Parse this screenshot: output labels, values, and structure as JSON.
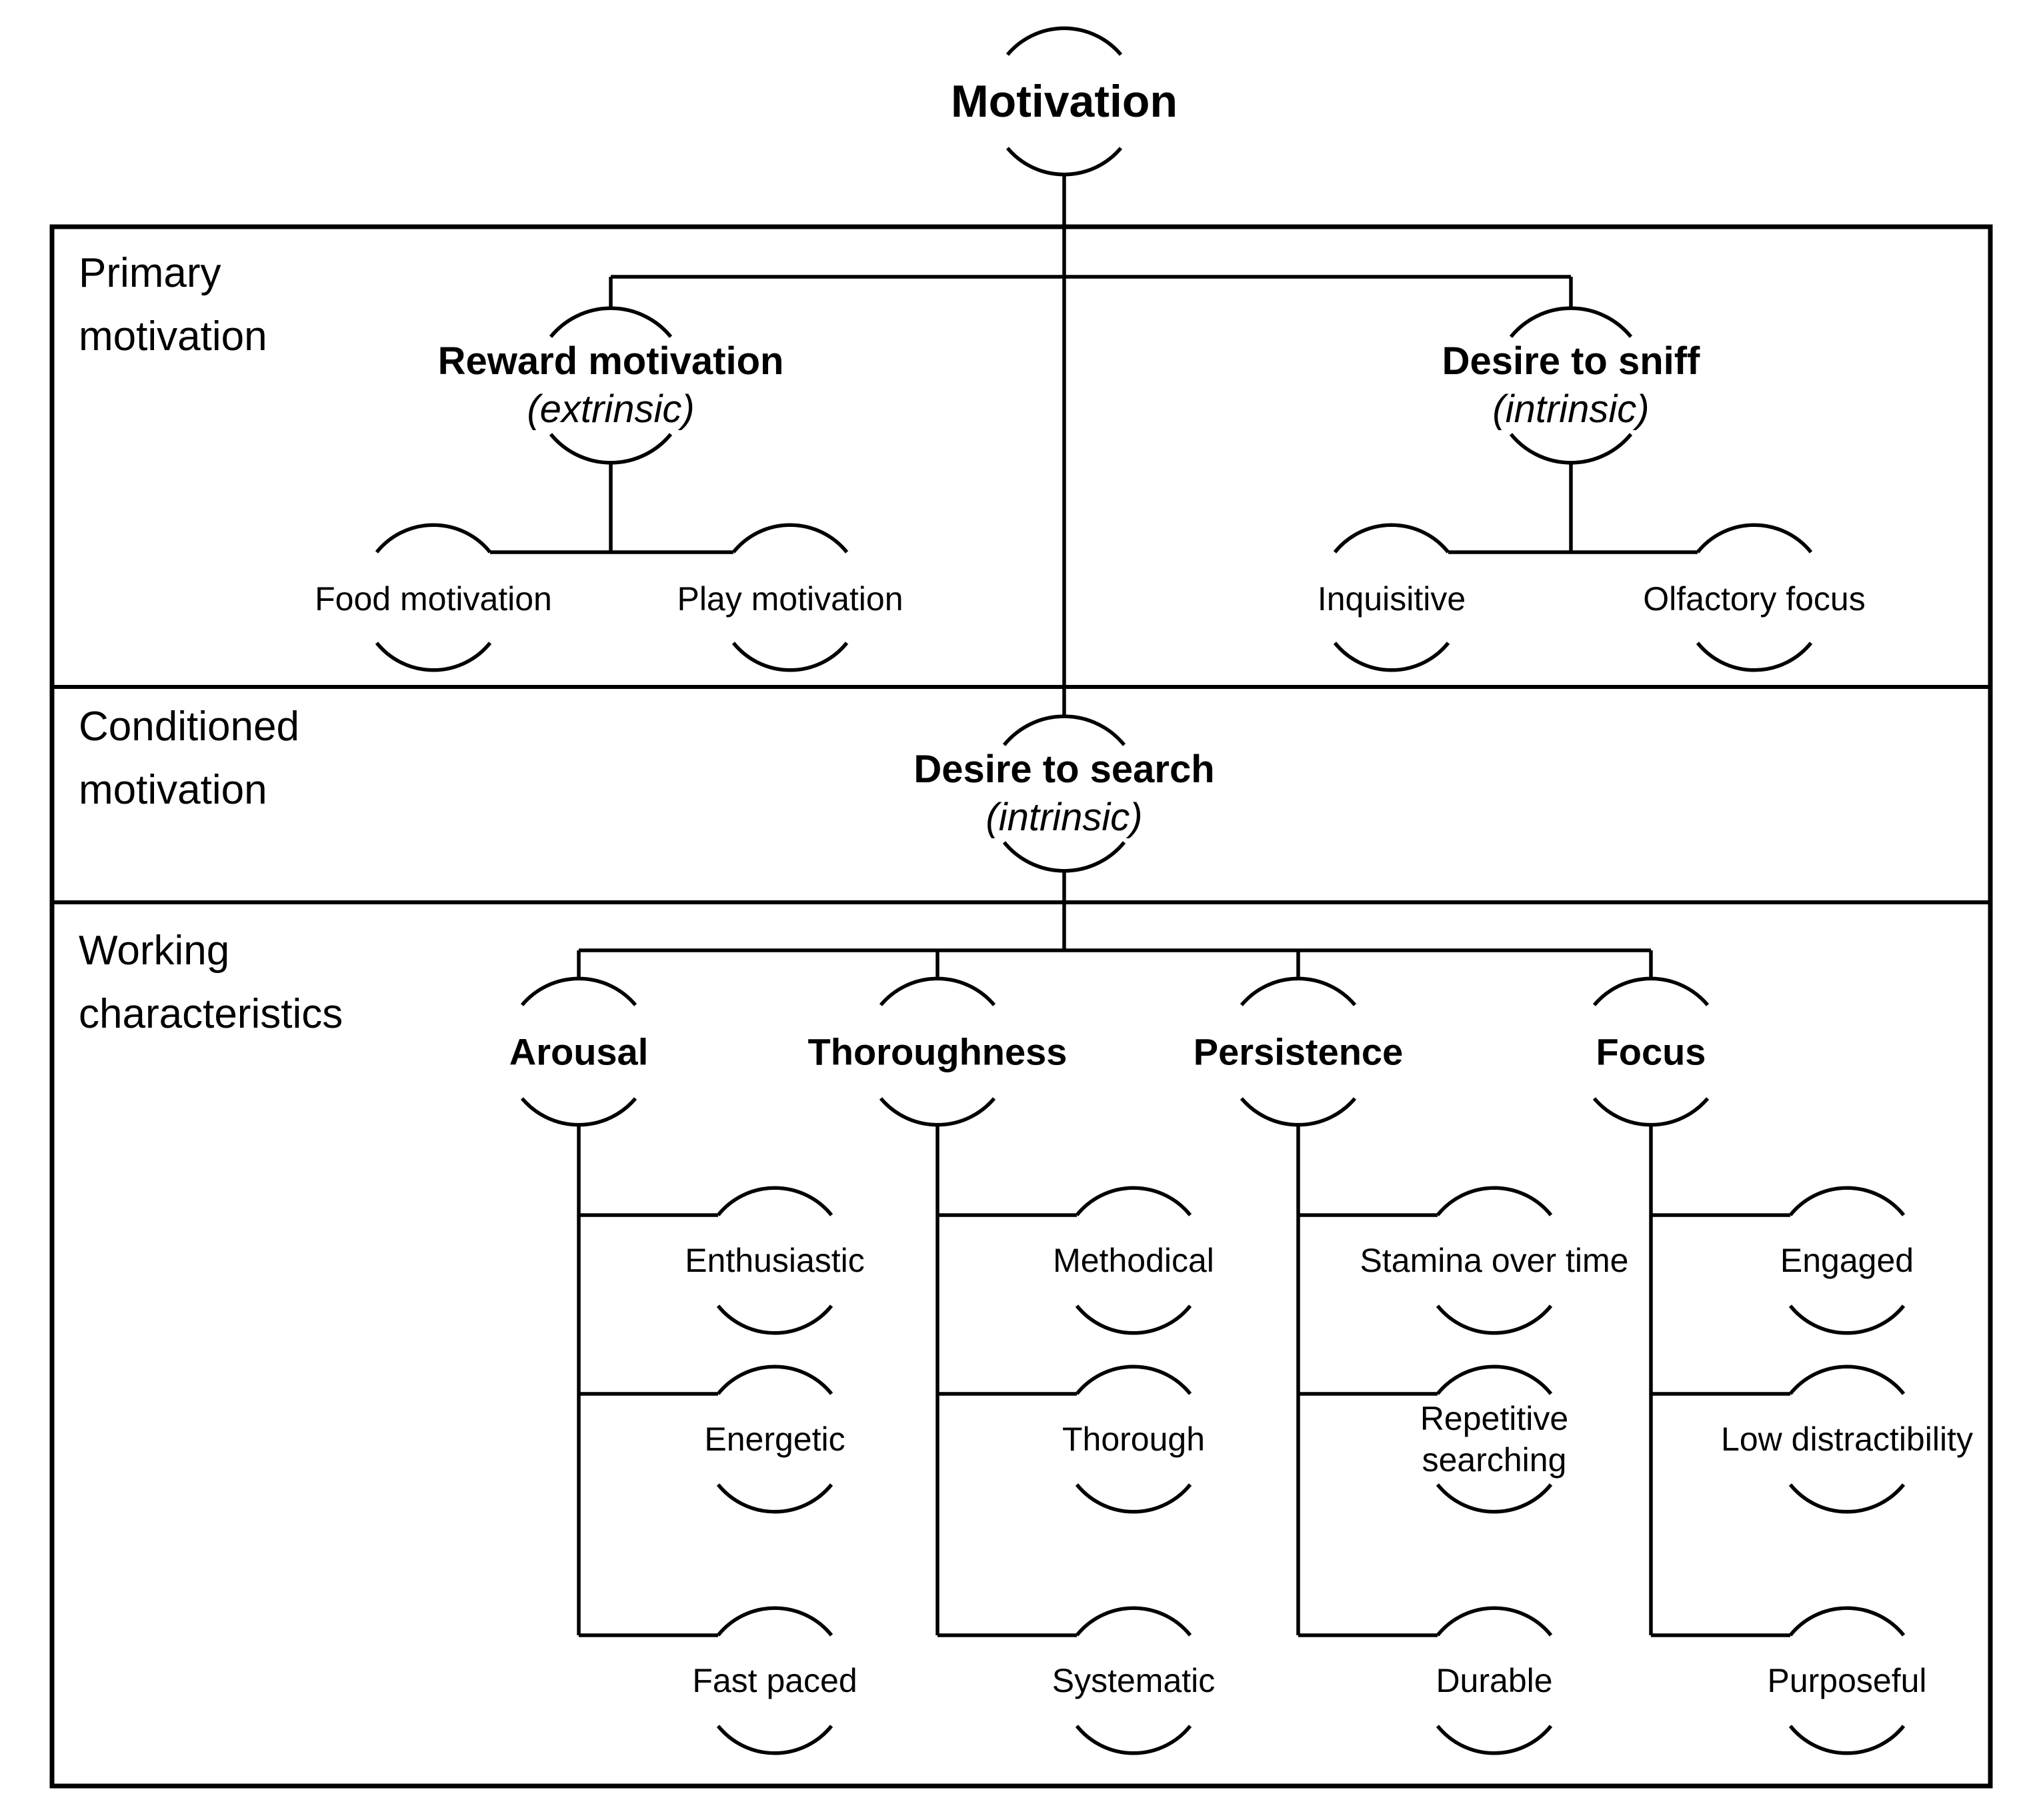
{
  "colors": {
    "line": "#000000",
    "text": "#000000",
    "background": "#ffffff"
  },
  "root": {
    "label": "Motivation"
  },
  "sections": [
    {
      "label": "Primary motivation",
      "nodes": [
        {
          "label": "Reward motivation",
          "qualifier": "(extrinsic)",
          "children": [
            "Food motivation",
            "Play motivation"
          ]
        },
        {
          "label": "Desire to sniff",
          "qualifier": "(intrinsic)",
          "children": [
            "Inquisitive",
            "Olfactory focus"
          ]
        }
      ]
    },
    {
      "label": "Conditioned motivation",
      "nodes": [
        {
          "label": "Desire to search",
          "qualifier": "(intrinsic)"
        }
      ]
    },
    {
      "label": "Working characteristics",
      "columns": [
        {
          "label": "Arousal",
          "children": [
            "Enthusiastic",
            "Energetic",
            "Fast paced"
          ]
        },
        {
          "label": "Thoroughness",
          "children": [
            "Methodical",
            "Thorough",
            "Systematic"
          ]
        },
        {
          "label": "Persistence",
          "children": [
            "Stamina over time",
            "Repetitive searching",
            "Durable"
          ]
        },
        {
          "label": "Focus",
          "children": [
            "Engaged",
            "Low distractibility",
            "Purposeful"
          ]
        }
      ]
    }
  ]
}
